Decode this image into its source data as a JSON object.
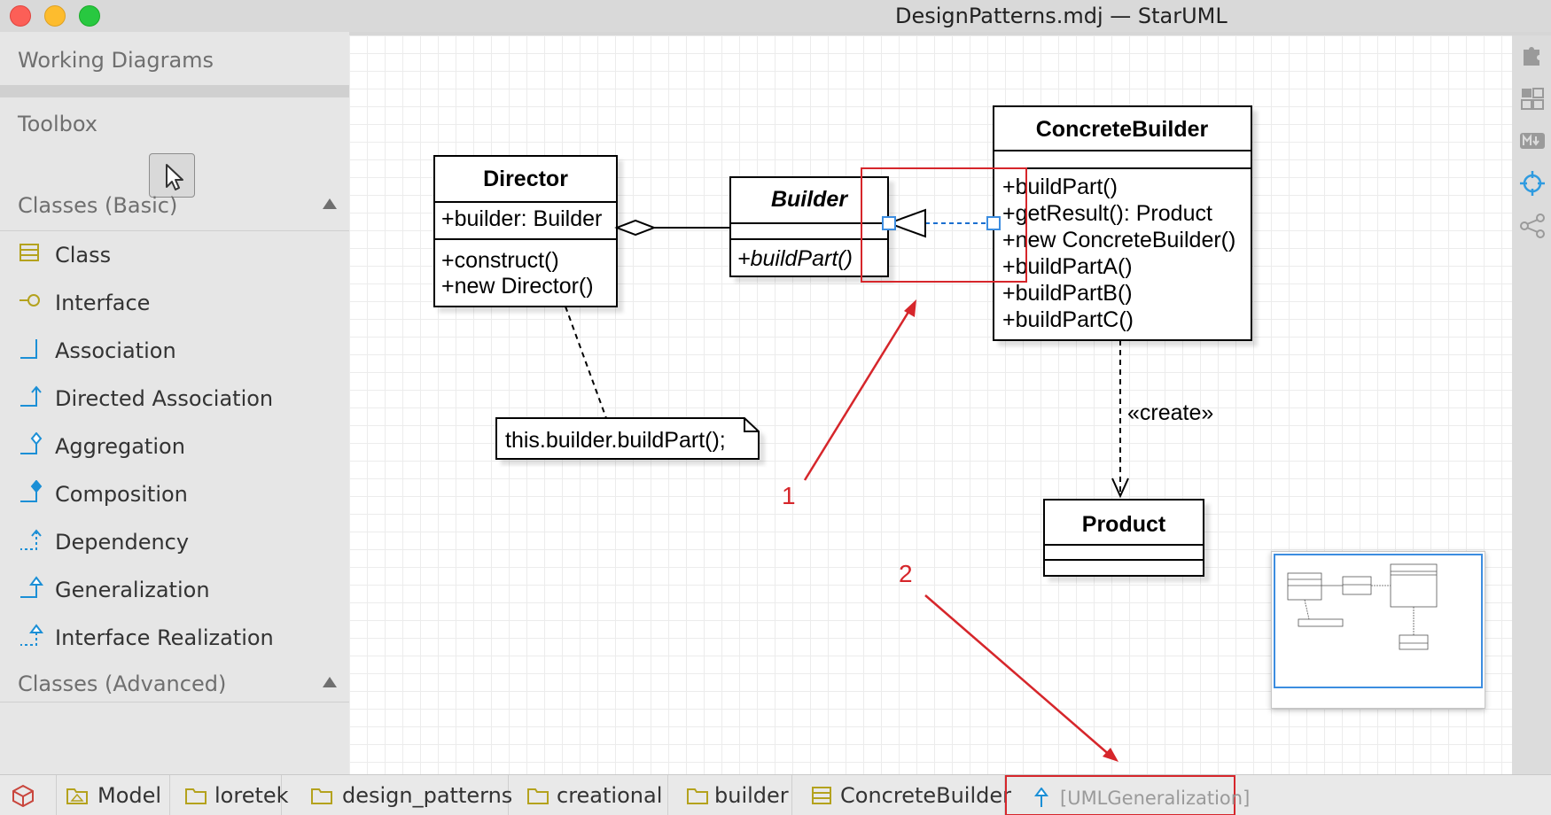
{
  "window": {
    "title": "DesignPatterns.mdj — StarUML"
  },
  "sidebar": {
    "working_diagrams_label": "Working Diagrams",
    "toolbox_label": "Toolbox",
    "sections": [
      {
        "title": "Classes (Basic)",
        "items": [
          {
            "label": "Class",
            "icon": "class-icon"
          },
          {
            "label": "Interface",
            "icon": "interface-icon"
          },
          {
            "label": "Association",
            "icon": "association-icon"
          },
          {
            "label": "Directed Association",
            "icon": "directed-association-icon"
          },
          {
            "label": "Aggregation",
            "icon": "aggregation-icon"
          },
          {
            "label": "Composition",
            "icon": "composition-icon"
          },
          {
            "label": "Dependency",
            "icon": "dependency-icon"
          },
          {
            "label": "Generalization",
            "icon": "generalization-icon"
          },
          {
            "label": "Interface Realization",
            "icon": "interface-realization-icon"
          }
        ]
      },
      {
        "title": "Classes (Advanced)",
        "items": []
      }
    ]
  },
  "diagram": {
    "classes": [
      {
        "name": "Director",
        "attributes": [
          "+builder: Builder"
        ],
        "operations": [
          "+construct()",
          "+new Director()"
        ],
        "abstract": false
      },
      {
        "name": "Builder",
        "attributes": [],
        "operations": [
          "+buildPart()"
        ],
        "abstract": true
      },
      {
        "name": "ConcreteBuilder",
        "attributes": [],
        "operations": [
          "+buildPart()",
          "+getResult(): Product",
          "+new ConcreteBuilder()",
          "+buildPartA()",
          "+buildPartB()",
          "+buildPartC()"
        ],
        "abstract": false
      },
      {
        "name": "Product",
        "attributes": [],
        "operations": [],
        "abstract": false
      }
    ],
    "note": "this.builder.buildPart();",
    "create_label": "«create»",
    "annotations": [
      "1",
      "2"
    ]
  },
  "breadcrumb": [
    {
      "label": "Model",
      "icon": "model-icon"
    },
    {
      "label": "loretek",
      "icon": "folder-icon"
    },
    {
      "label": "design_patterns",
      "icon": "folder-icon"
    },
    {
      "label": "creational",
      "icon": "folder-icon"
    },
    {
      "label": "builder",
      "icon": "folder-icon"
    },
    {
      "label": "ConcreteBuilder",
      "icon": "class-icon"
    },
    {
      "label": "[UMLGeneralization]",
      "icon": "generalization-icon"
    }
  ],
  "colors": {
    "accent": "#1b8fd6",
    "annotation": "#d6262b",
    "selection": "#3c8de0"
  }
}
